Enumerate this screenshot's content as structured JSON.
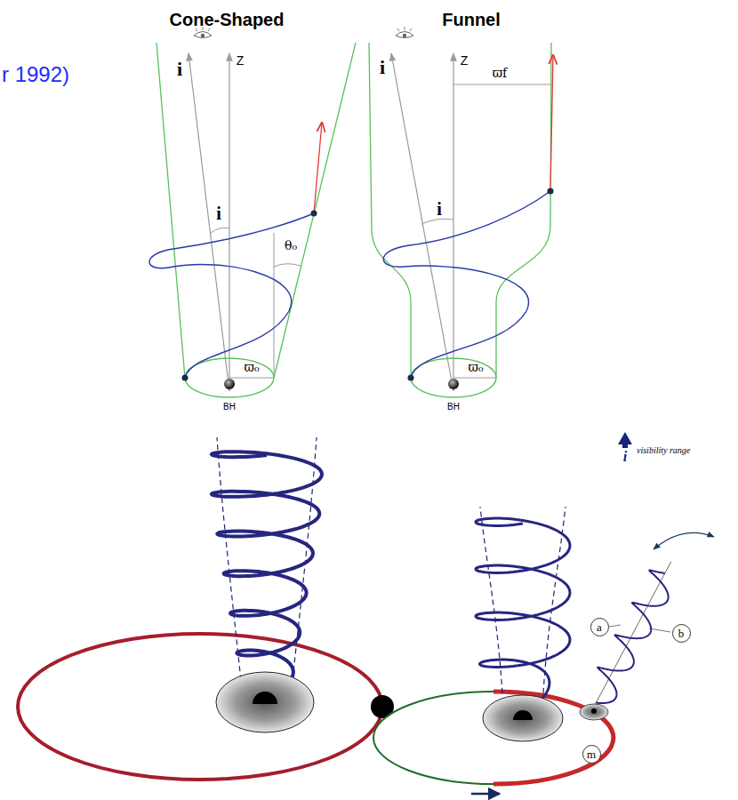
{
  "diagram": {
    "nodes": [
      {
        "text": [
          "a"
        ]
      },
      {
        "text": [
          "b"
        ]
      },
      {
        "text": [
          "m"
        ]
      }
    ],
    "labels": [
      "r 1992)",
      "Cone-Shaped",
      "Funnel",
      "i",
      "Z",
      "i",
      "θ₀",
      "ϖ₀",
      "BH",
      "i",
      "Z",
      "ϖf",
      "i",
      "ϖ₀",
      "BH",
      "i",
      "visibility range"
    ]
  }
}
